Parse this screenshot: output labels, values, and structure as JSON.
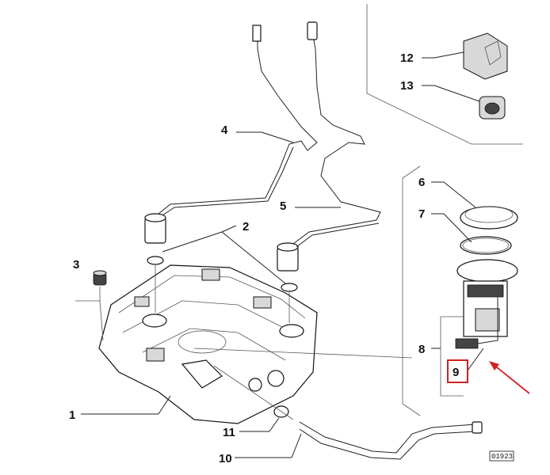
{
  "callouts": {
    "c1": "1",
    "c2": "2",
    "c3": "3",
    "c4": "4",
    "c5": "5",
    "c6": "6",
    "c7": "7",
    "c8": "8",
    "c9": "9",
    "c10": "10",
    "c11": "11",
    "c12": "12",
    "c13": "13"
  },
  "diagram_code": "01923",
  "colors": {
    "highlight": "#d42020",
    "line": "#222222"
  }
}
